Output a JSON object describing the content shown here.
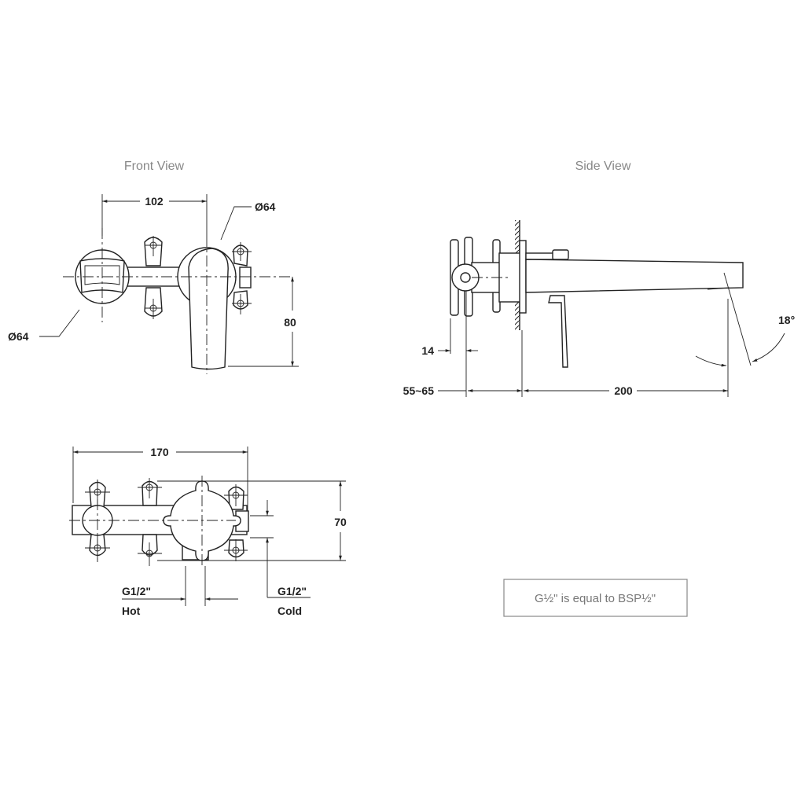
{
  "front_view": {
    "title": "Front View",
    "dim_width": "102",
    "dim_diameter_right": "Ø64",
    "dim_diameter_left": "Ø64",
    "dim_height": "80"
  },
  "side_view": {
    "title": "Side View",
    "dim_offset": "14",
    "dim_depth": "55~65",
    "dim_spout_length": "200",
    "dim_angle": "18°"
  },
  "rough_in_view": {
    "dim_width": "170",
    "dim_height": "70",
    "hot_size": "G1/2\"",
    "hot_label": "Hot",
    "cold_size": "G1/2\"",
    "cold_label": "Cold"
  },
  "note": "G½\" is equal to BSP½\""
}
